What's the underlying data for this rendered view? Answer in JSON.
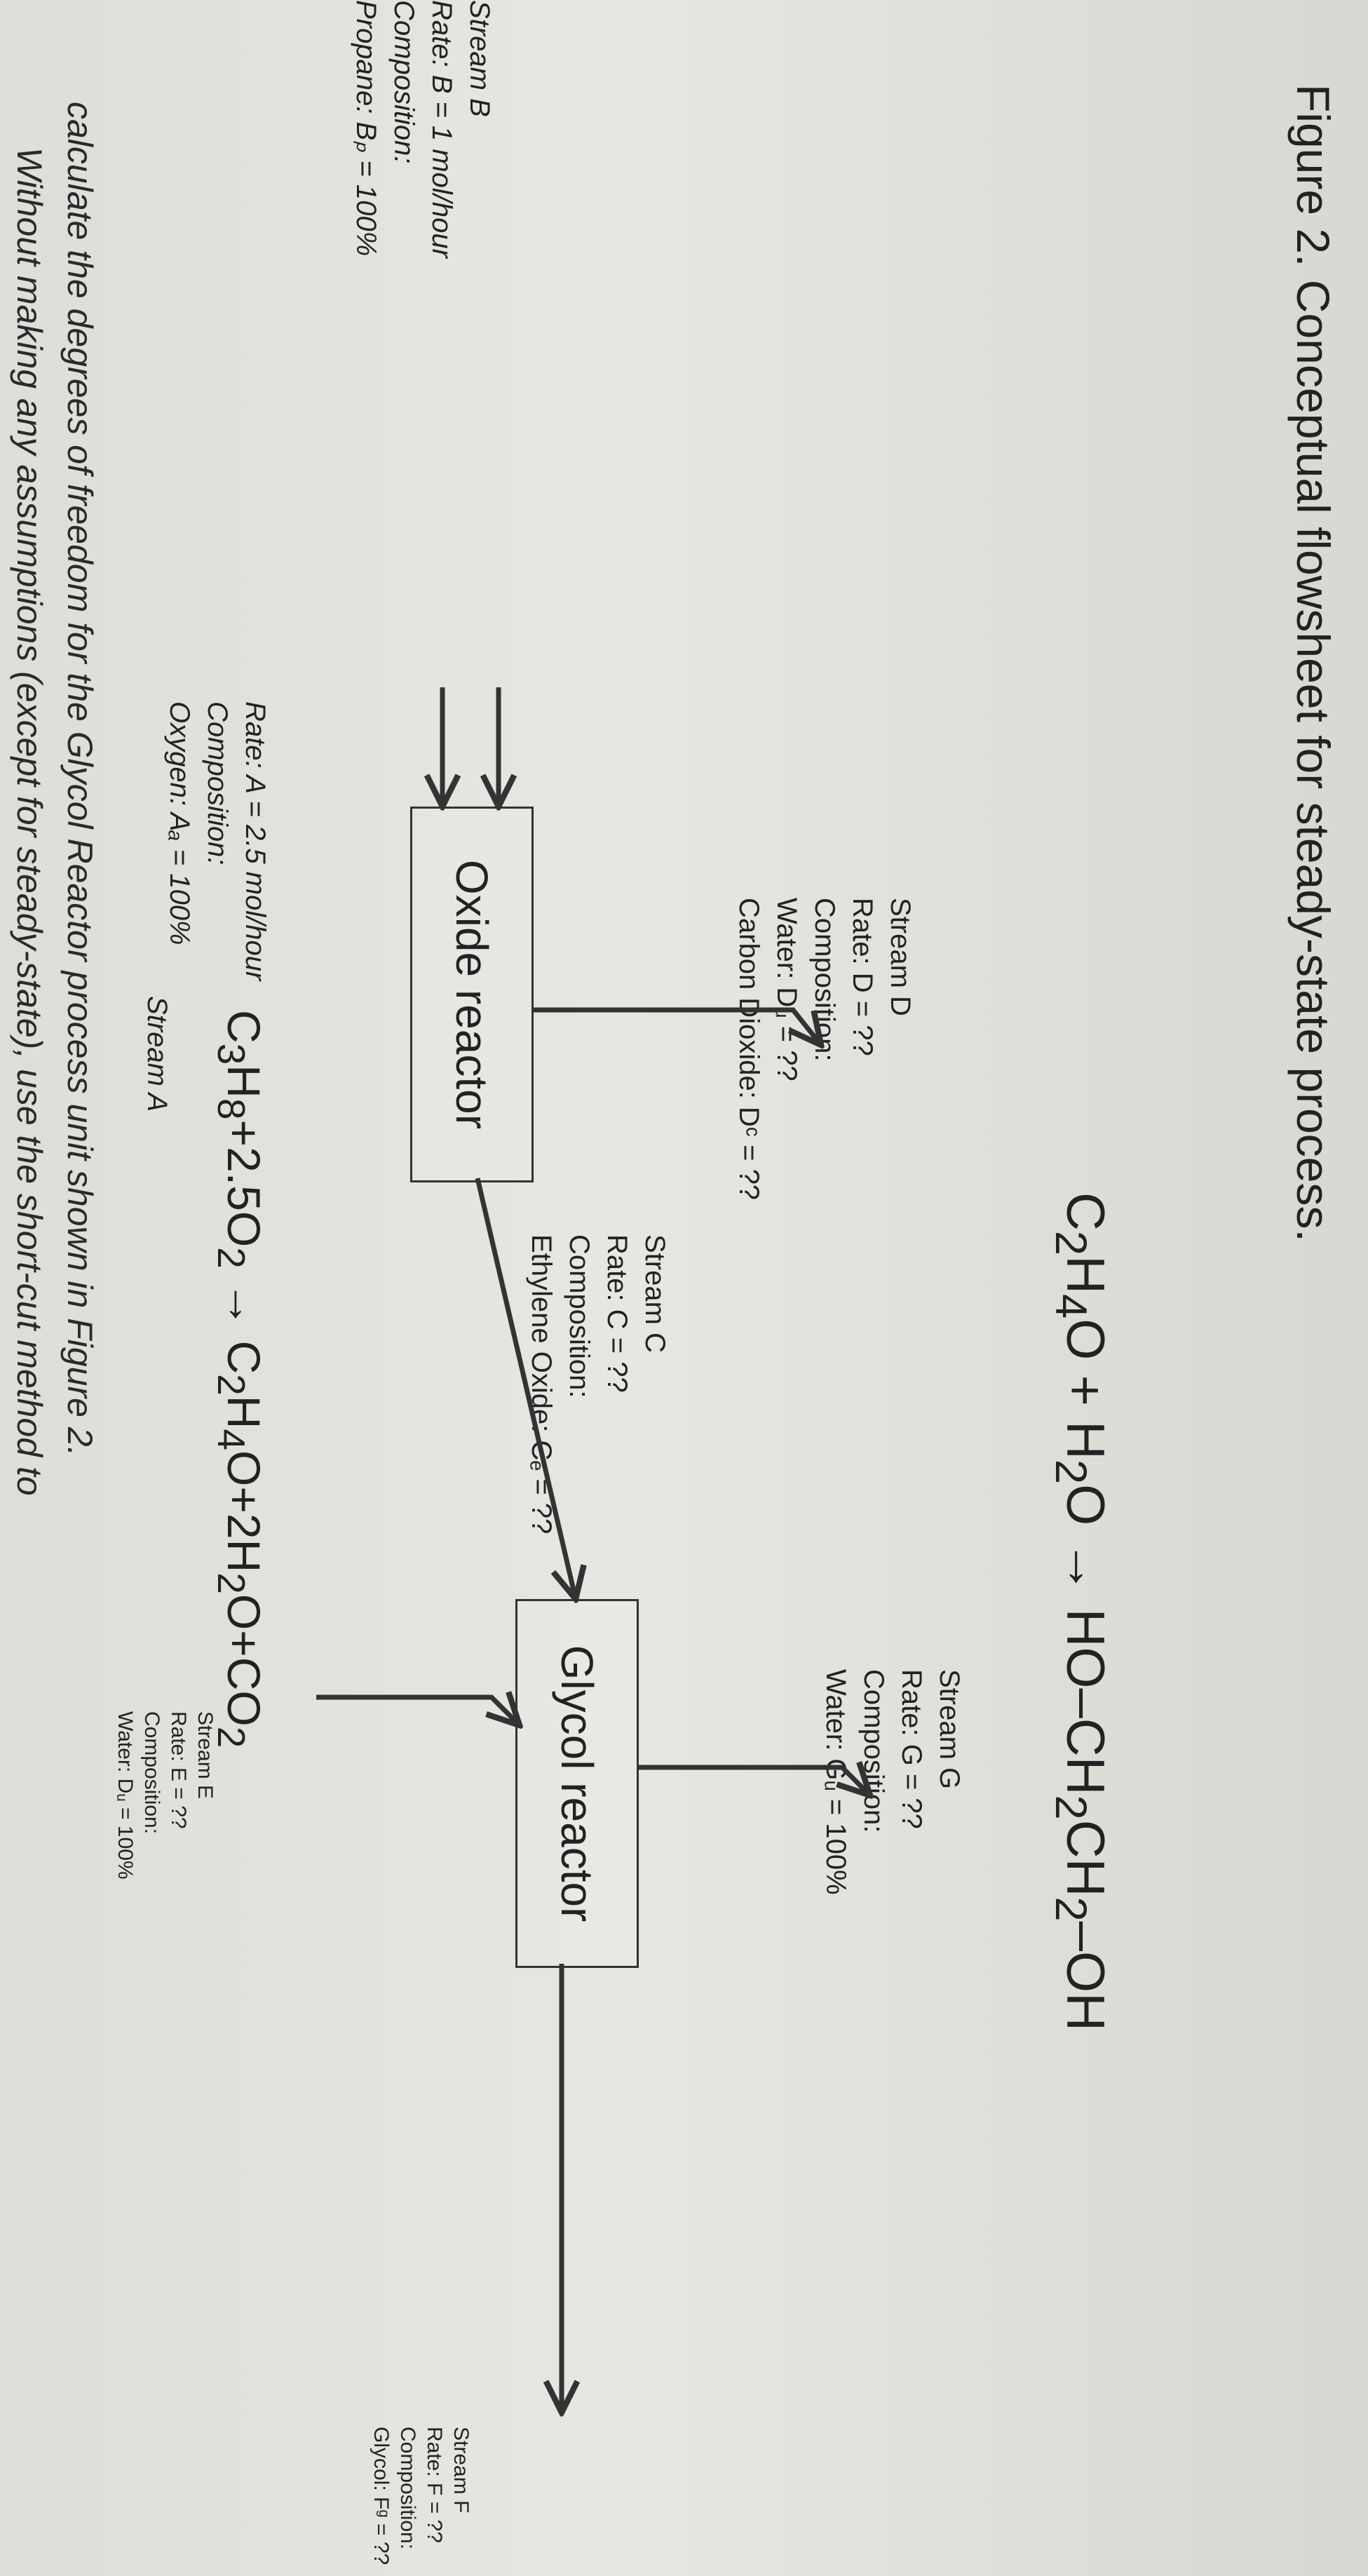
{
  "intro": {
    "line1": "Without making any assumptions (except for steady-state), use the short-cut method to",
    "line2": "calculate the degrees of freedom for the Glycol Reactor process unit shown in Figure 2."
  },
  "reaction1": {
    "lhs": "C3H8+2.5O2",
    "arrow": "→",
    "rhs": "C2H4O+2H2O+CO2"
  },
  "reaction2": {
    "lhs": "C2H4O + H2O",
    "arrow": "→",
    "rhs": "HO–CH2CH2–OH"
  },
  "units": {
    "oxide": "Oxide reactor",
    "glycol": "Glycol reactor"
  },
  "streams": {
    "A": {
      "title": "Stream A",
      "rate": "Rate: A = 2.5 mol/hour",
      "comp": "Composition:",
      "item": "Oxygen: Aₐ = 100%"
    },
    "B": {
      "title": "Stream B",
      "rate": "Rate: B = 1 mol/hour",
      "comp": "Composition:",
      "item": "Propane: Bₚ = 100%"
    },
    "C": {
      "title": "Stream C",
      "rate": "Rate: C = ??",
      "comp": "Composition:",
      "item": "Ethylene Oxide: Cₑ = ??"
    },
    "D": {
      "title": "Stream D",
      "rate": "Rate: D = ??",
      "comp": "Composition:",
      "item1": "Water: Dᵤ = ??",
      "item2": "Carbon Dioxide: Dᶜ = ??"
    },
    "E": {
      "title": "Stream E",
      "rate": "Rate: E = ??",
      "comp": "Composition:",
      "item": "Water: Dᵤ = 100%"
    },
    "F": {
      "title": "Stream F",
      "rate": "Rate: F = ??",
      "comp": "Composition:",
      "item": "Glycol: Fᵍ = ??"
    },
    "G": {
      "title": "Stream G",
      "rate": "Rate: G = ??",
      "comp": "Composition:",
      "item": "Water: Gᵤ = 100%"
    }
  },
  "caption": "Figure 2. Conceptual flowsheet for steady-state process."
}
